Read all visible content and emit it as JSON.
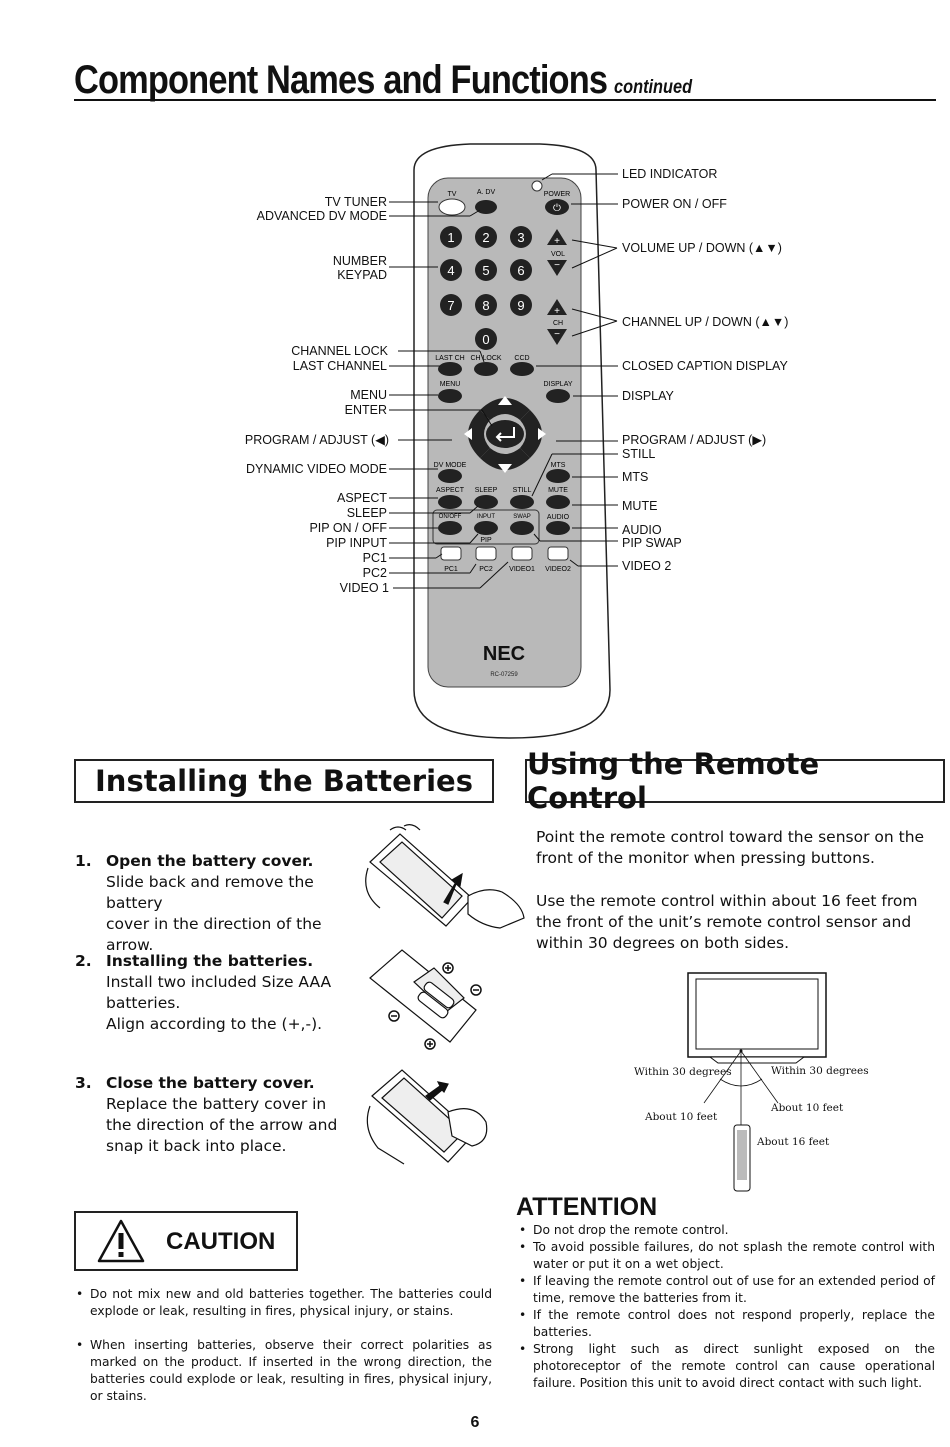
{
  "page": {
    "title": "Component Names and Functions",
    "title_suffix": "continued",
    "page_number": "6"
  },
  "remote": {
    "brand": "NEC",
    "model": "RC-07259",
    "buttons": {
      "tv": "TV",
      "adv": "A. DV",
      "power": "POWER",
      "vol": "VOL",
      "ch": "CH",
      "last_ch": "LAST CH",
      "ch_lock": "CH LOCK",
      "ccd": "CCD",
      "menu": "MENU",
      "display": "DISPLAY",
      "dv_mode": "DV MODE",
      "mts": "MTS",
      "aspect": "ASPECT",
      "sleep": "SLEEP",
      "still": "STILL",
      "mute": "MUTE",
      "on_off": "ON/OFF",
      "input": "INPUT",
      "swap": "SWAP",
      "audio": "AUDIO",
      "pip": "PIP",
      "pc1": "PC1",
      "pc2": "PC2",
      "video1": "VIDEO1",
      "video2": "VIDEO2",
      "digits": [
        "1",
        "2",
        "3",
        "4",
        "5",
        "6",
        "7",
        "8",
        "9",
        "0"
      ],
      "plus": "+",
      "minus": "−"
    },
    "left_labels": [
      "TV TUNER",
      "ADVANCED DV MODE",
      "NUMBER",
      "KEYPAD",
      "CHANNEL LOCK",
      "LAST CHANNEL",
      "MENU",
      "ENTER",
      "PROGRAM / ADJUST (◀)",
      "DYNAMIC VIDEO MODE",
      "ASPECT",
      "SLEEP",
      "PIP ON / OFF",
      "PIP INPUT",
      "PC1",
      "PC2",
      "VIDEO 1"
    ],
    "right_labels": [
      "LED INDICATOR",
      "POWER ON / OFF",
      "VOLUME UP / DOWN (▲▼)",
      "CHANNEL UP / DOWN (▲▼)",
      "CLOSED CAPTION DISPLAY",
      "DISPLAY",
      "PROGRAM / ADJUST (▶)",
      "STILL",
      "MTS",
      "MUTE",
      "AUDIO",
      "PIP SWAP",
      "VIDEO 2"
    ]
  },
  "batteries": {
    "heading": "Installing the Batteries",
    "steps": [
      {
        "num": "1.",
        "head": "Open the battery cover.",
        "body": "Slide back and remove the battery\ncover in the direction of the arrow."
      },
      {
        "num": "2.",
        "head": "Installing the batteries.",
        "body": "Install two included Size AAA\nbatteries.\nAlign according to the (+,-)."
      },
      {
        "num": "3.",
        "head": "Close the battery cover.",
        "body": "Replace the battery cover in\nthe direction of the arrow and\nsnap it back into place."
      }
    ]
  },
  "using": {
    "heading": "Using the Remote Control",
    "para1": "Point the remote control toward the sensor on the front of the monitor when pressing buttons.",
    "para2": "Use the remote control within about 16 feet from the front of the unit’s remote control sensor and within 30 degrees on both sides.",
    "diagram": {
      "left_angle": "Within 30 degrees",
      "right_angle": "Within 30 degrees",
      "left_dist": "About 10 feet",
      "right_dist": "About 10 feet",
      "center_dist": "About 16 feet"
    }
  },
  "caution": {
    "label": "CAUTION",
    "bullets": [
      "Do not mix new and old batteries together. The batteries could explode or leak, resulting in fires, physical injury, or stains.",
      "When inserting batteries, observe their correct polarities as marked on the product. If inserted in the wrong direction, the batteries could explode or leak, resulting in fires, physical injury, or stains."
    ]
  },
  "attention": {
    "title": "ATTENTION",
    "bullets": [
      "Do not drop the remote control.",
      "To avoid possible failures, do not splash the remote control with water or put it on a wet object.",
      "If leaving the remote control out of use for an extended period of time, remove the batteries from it.",
      "If the remote control does not respond properly, replace the batteries.",
      "Strong light such as direct sunlight exposed on the photoreceptor of the remote control can cause operational failure. Position this unit to avoid direct contact with such light."
    ]
  }
}
